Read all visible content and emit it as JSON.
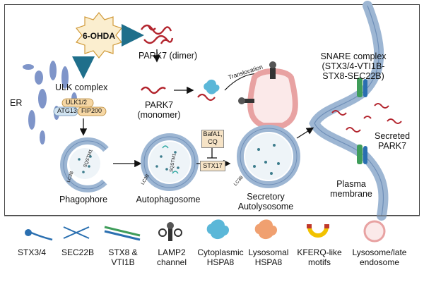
{
  "diagram": {
    "stimulus": "6-OHDA",
    "park7_dimer": "PARK7 (dimer)",
    "park7_monomer_line1": "PARK7",
    "park7_monomer_line2": "(monomer)",
    "ulk_complex": "ULK complex",
    "ulk12": "ULK1/2",
    "atg13": "ATG13",
    "fip200": "FIP200",
    "er": "ER",
    "phagophore": "Phagophore",
    "autophagosome": "Autophagosome",
    "secretory_autolysosome_line1": "Secretory",
    "secretory_autolysosome_line2": "Autolysosome",
    "plasma_membrane_line1": "Plasma",
    "plasma_membrane_line2": "membrane",
    "snare_line1": "SNARE complex",
    "snare_line2": "(STX3/4-VTI1B-",
    "snare_line3": "STX8-SEC22B)",
    "secreted_park7_line1": "Secreted",
    "secreted_park7_line2": "PARK7",
    "translocation": "Translocation",
    "bafa1": "BafA1,",
    "cq": "CQ",
    "stx17": "STX17",
    "lc3b": "LC3B",
    "sqstm1": "SQSTM1"
  },
  "legend": [
    {
      "line1": "STX3/4",
      "line2": ""
    },
    {
      "line1": "SEC22B",
      "line2": ""
    },
    {
      "line1": "STX8 &",
      "line2": "VTI1B"
    },
    {
      "line1": "LAMP2",
      "line2": "channel"
    },
    {
      "line1": "Cytoplasmic",
      "line2": "HSPA8"
    },
    {
      "line1": "Lysosomal",
      "line2": "HSPA8"
    },
    {
      "line1": "KFERQ-like",
      "line2": "motifs"
    },
    {
      "line1": "Lysosome/late",
      "line2": "endosome"
    }
  ],
  "colors": {
    "membrane": "#9db6d3",
    "membrane_dark": "#6f8fb8",
    "er": "#7f95c9",
    "park7": "#b3252e",
    "lysosome": "#e8a2a2",
    "arrow_teal": "#1f6f8b",
    "hspa8_cyto": "#5bb7d8",
    "hspa8_lyso": "#f0a070",
    "stx": "#2a6fb0",
    "kferq_yellow": "#f2c200",
    "kferq_red": "#c0392b"
  }
}
